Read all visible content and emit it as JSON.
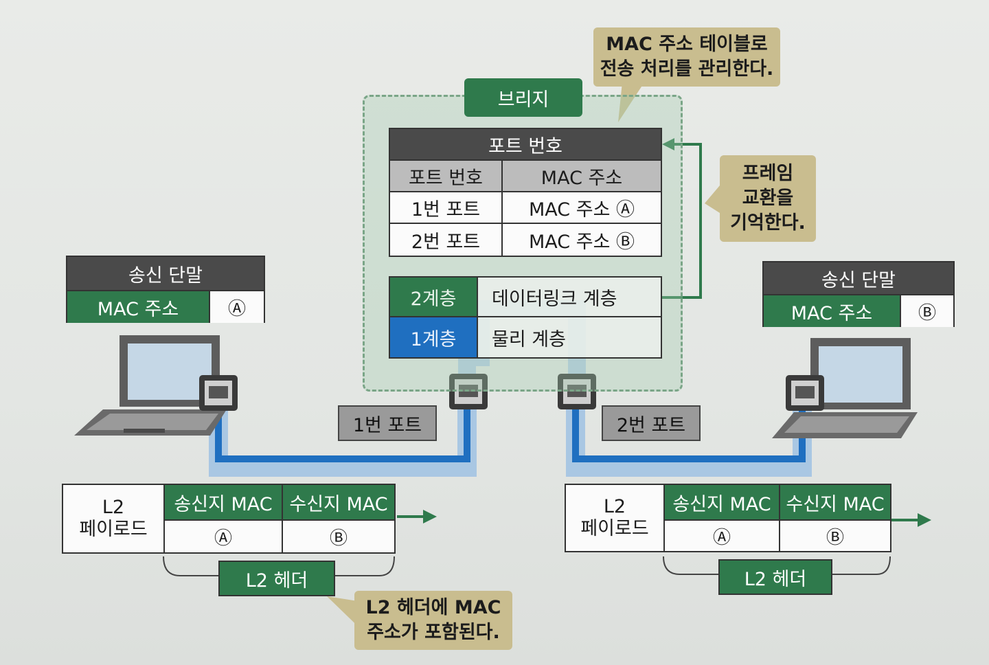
{
  "bubbles": {
    "mac_table": [
      "MAC 주소 테이블로",
      "전송 처리를 관리한다."
    ],
    "frame_exchange": [
      "프레임",
      "교환을",
      "기억한다."
    ],
    "l2_header_note": [
      "L2 헤더에 MAC",
      "주소가 포함된다."
    ]
  },
  "bridge": {
    "title": "브리지",
    "table_title": "포트 번호",
    "col_port": "포트 번호",
    "col_mac": "MAC 주소",
    "rows": [
      {
        "port": "1번 포트",
        "mac": "MAC 주소 Ⓐ"
      },
      {
        "port": "2번 포트",
        "mac": "MAC 주소 Ⓑ"
      }
    ],
    "layers": [
      {
        "level": "2계층",
        "name": "데이터링크 계층"
      },
      {
        "level": "1계층",
        "name": "물리 계층"
      }
    ]
  },
  "left_host": {
    "title": "송신 단말",
    "mac_label": "MAC 주소",
    "mac_value": "Ⓐ"
  },
  "right_host": {
    "title": "송신 단말",
    "mac_label": "MAC 주소",
    "mac_value": "Ⓑ"
  },
  "ports": {
    "port1": "1번 포트",
    "port2": "2번 포트"
  },
  "frames": [
    {
      "payload": [
        "L2",
        "페이로드"
      ],
      "src_label": "송신지 MAC",
      "dst_label": "수신지 MAC",
      "src": "Ⓐ",
      "dst": "Ⓑ",
      "header": "L2 헤더"
    },
    {
      "payload": [
        "L2",
        "페이로드"
      ],
      "src_label": "송신지 MAC",
      "dst_label": "수신지 MAC",
      "src": "Ⓐ",
      "dst": "Ⓑ",
      "header": "L2 헤더"
    }
  ],
  "colors": {
    "green": "#2f7a4c",
    "blue": "#1f6fc0",
    "bubble": "#c9bd8f"
  }
}
